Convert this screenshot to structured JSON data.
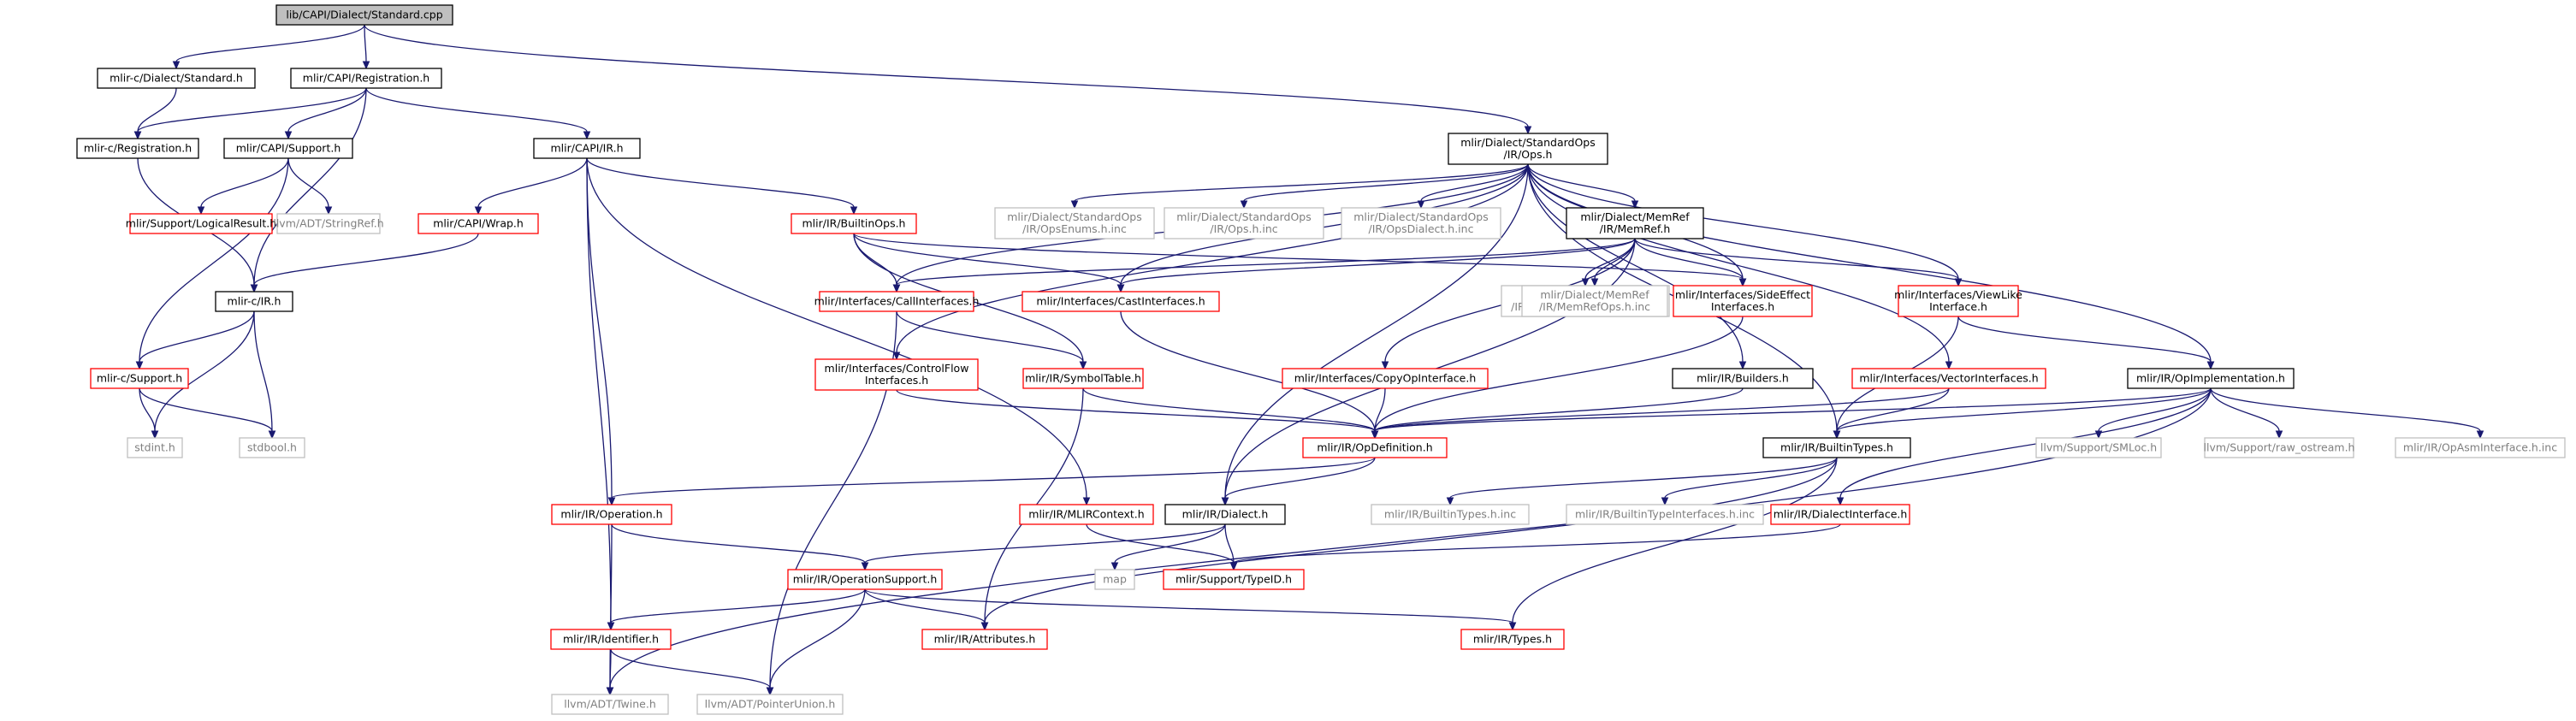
{
  "palette": {
    "root_fill": "#bfbfbf",
    "root_stroke": "#000000",
    "documented_stroke": "#000000",
    "has_include_graph_stroke": "#ff0000",
    "external_stroke": "#bfbfbf",
    "external_text": "#7f7f7f",
    "text": "#000000",
    "edge": "#191970",
    "background": "#ffffff"
  },
  "nodes": [
    {
      "id": "root",
      "kind": "root",
      "lines": [
        "lib/CAPI/Dialect/Standard.cpp"
      ]
    },
    {
      "id": "std_h",
      "kind": "doc",
      "lines": [
        "mlir-c/Dialect/Standard.h"
      ]
    },
    {
      "id": "capireg",
      "kind": "doc",
      "lines": [
        "mlir/CAPI/Registration.h"
      ]
    },
    {
      "id": "stdops",
      "kind": "doc",
      "lines": [
        "mlir/Dialect/StandardOps",
        "/IR/Ops.h"
      ]
    },
    {
      "id": "creg",
      "kind": "doc",
      "lines": [
        "mlir-c/Registration.h"
      ]
    },
    {
      "id": "capisup",
      "kind": "doc",
      "lines": [
        "mlir/CAPI/Support.h"
      ]
    },
    {
      "id": "capiir",
      "kind": "doc",
      "lines": [
        "mlir/CAPI/IR.h"
      ]
    },
    {
      "id": "logres",
      "kind": "red",
      "lines": [
        "mlir/Support/LogicalResult.h"
      ]
    },
    {
      "id": "strref",
      "kind": "ext",
      "lines": [
        "llvm/ADT/StringRef.h"
      ]
    },
    {
      "id": "wrap",
      "kind": "red",
      "lines": [
        "mlir/CAPI/Wrap.h"
      ]
    },
    {
      "id": "builtinops",
      "kind": "red",
      "lines": [
        "mlir/IR/BuiltinOps.h"
      ]
    },
    {
      "id": "opsenums",
      "kind": "ext",
      "lines": [
        "mlir/Dialect/StandardOps",
        "/IR/OpsEnums.h.inc"
      ]
    },
    {
      "id": "opshinc",
      "kind": "ext",
      "lines": [
        "mlir/Dialect/StandardOps",
        "/IR/Ops.h.inc"
      ]
    },
    {
      "id": "opsdialect",
      "kind": "ext",
      "lines": [
        "mlir/Dialect/StandardOps",
        "/IR/OpsDialect.h.inc"
      ]
    },
    {
      "id": "memref",
      "kind": "doc",
      "lines": [
        "mlir/Dialect/MemRef",
        "/IR/MemRef.h"
      ]
    },
    {
      "id": "cir",
      "kind": "doc",
      "lines": [
        "mlir-c/IR.h"
      ]
    },
    {
      "id": "callif",
      "kind": "red",
      "lines": [
        "mlir/Interfaces/CallInterfaces.h"
      ]
    },
    {
      "id": "castif",
      "kind": "red",
      "lines": [
        "mlir/Interfaces/CastInterfaces.h"
      ]
    },
    {
      "id": "memrefdialect",
      "kind": "ext",
      "lines": [
        "mlir/Dialect/MemRef",
        "/IR/MemRefOpsDialect.h.inc"
      ]
    },
    {
      "id": "memrefops",
      "kind": "ext",
      "lines": [
        "mlir/Dialect/MemRef",
        "/IR/MemRefOps.h.inc"
      ]
    },
    {
      "id": "sideeffect",
      "kind": "red",
      "lines": [
        "mlir/Interfaces/SideEffect",
        "Interfaces.h"
      ]
    },
    {
      "id": "viewlike",
      "kind": "red",
      "lines": [
        "mlir/Interfaces/ViewLike",
        "Interface.h"
      ]
    },
    {
      "id": "csupport",
      "kind": "red",
      "lines": [
        "mlir-c/Support.h"
      ]
    },
    {
      "id": "ctrlflow",
      "kind": "red",
      "lines": [
        "mlir/Interfaces/ControlFlow",
        "Interfaces.h"
      ]
    },
    {
      "id": "symtab",
      "kind": "red",
      "lines": [
        "mlir/IR/SymbolTable.h"
      ]
    },
    {
      "id": "copyop",
      "kind": "red",
      "lines": [
        "mlir/Interfaces/CopyOpInterface.h"
      ]
    },
    {
      "id": "builders",
      "kind": "doc",
      "lines": [
        "mlir/IR/Builders.h"
      ]
    },
    {
      "id": "vectorif",
      "kind": "red",
      "lines": [
        "mlir/Interfaces/VectorInterfaces.h"
      ]
    },
    {
      "id": "opimpl",
      "kind": "doc",
      "lines": [
        "mlir/IR/OpImplementation.h"
      ]
    },
    {
      "id": "stdint",
      "kind": "ext",
      "lines": [
        "stdint.h"
      ]
    },
    {
      "id": "stdbool",
      "kind": "ext",
      "lines": [
        "stdbool.h"
      ]
    },
    {
      "id": "opdef",
      "kind": "red",
      "lines": [
        "mlir/IR/OpDefinition.h"
      ]
    },
    {
      "id": "builtintypes",
      "kind": "doc",
      "lines": [
        "mlir/IR/BuiltinTypes.h"
      ]
    },
    {
      "id": "smloc",
      "kind": "ext",
      "lines": [
        "llvm/Support/SMLoc.h"
      ]
    },
    {
      "id": "rawos",
      "kind": "ext",
      "lines": [
        "llvm/Support/raw_ostream.h"
      ]
    },
    {
      "id": "opasm",
      "kind": "ext",
      "lines": [
        "mlir/IR/OpAsmInterface.h.inc"
      ]
    },
    {
      "id": "operation",
      "kind": "red",
      "lines": [
        "mlir/IR/Operation.h"
      ]
    },
    {
      "id": "mlircontext",
      "kind": "red",
      "lines": [
        "mlir/IR/MLIRContext.h"
      ]
    },
    {
      "id": "dialect",
      "kind": "doc",
      "lines": [
        "mlir/IR/Dialect.h"
      ]
    },
    {
      "id": "btinc",
      "kind": "ext",
      "lines": [
        "mlir/IR/BuiltinTypes.h.inc"
      ]
    },
    {
      "id": "btifinc",
      "kind": "ext",
      "lines": [
        "mlir/IR/BuiltinTypeInterfaces.h.inc"
      ]
    },
    {
      "id": "dialectif",
      "kind": "red",
      "lines": [
        "mlir/IR/DialectInterface.h"
      ]
    },
    {
      "id": "opsupport",
      "kind": "red",
      "lines": [
        "mlir/IR/OperationSupport.h"
      ]
    },
    {
      "id": "map",
      "kind": "ext",
      "lines": [
        "map"
      ]
    },
    {
      "id": "typeid",
      "kind": "red",
      "lines": [
        "mlir/Support/TypeID.h"
      ]
    },
    {
      "id": "identifier",
      "kind": "red",
      "lines": [
        "mlir/IR/Identifier.h"
      ]
    },
    {
      "id": "attributes",
      "kind": "red",
      "lines": [
        "mlir/IR/Attributes.h"
      ]
    },
    {
      "id": "types",
      "kind": "red",
      "lines": [
        "mlir/IR/Types.h"
      ]
    },
    {
      "id": "twine",
      "kind": "ext",
      "lines": [
        "llvm/ADT/Twine.h"
      ]
    },
    {
      "id": "ptrunion",
      "kind": "ext",
      "lines": [
        "llvm/ADT/PointerUnion.h"
      ]
    }
  ],
  "edges": [
    [
      "root",
      "std_h"
    ],
    [
      "root",
      "capireg"
    ],
    [
      "root",
      "stdops"
    ],
    [
      "std_h",
      "creg"
    ],
    [
      "capireg",
      "creg"
    ],
    [
      "capireg",
      "capisup"
    ],
    [
      "capireg",
      "capiir"
    ],
    [
      "capireg",
      "cir"
    ],
    [
      "creg",
      "cir"
    ],
    [
      "capisup",
      "logres"
    ],
    [
      "capisup",
      "strref"
    ],
    [
      "capisup",
      "csupport"
    ],
    [
      "capiir",
      "wrap"
    ],
    [
      "capiir",
      "builtinops"
    ],
    [
      "capiir",
      "operation"
    ],
    [
      "capiir",
      "identifier"
    ],
    [
      "capiir",
      "mlircontext"
    ],
    [
      "wrap",
      "cir"
    ],
    [
      "cir",
      "csupport"
    ],
    [
      "cir",
      "stdint"
    ],
    [
      "cir",
      "stdbool"
    ],
    [
      "csupport",
      "stdint"
    ],
    [
      "csupport",
      "stdbool"
    ],
    [
      "builtinops",
      "callif"
    ],
    [
      "builtinops",
      "castif"
    ],
    [
      "builtinops",
      "symtab"
    ],
    [
      "builtinops",
      "sideeffect"
    ],
    [
      "stdops",
      "opsenums"
    ],
    [
      "stdops",
      "opshinc"
    ],
    [
      "stdops",
      "opsdialect"
    ],
    [
      "stdops",
      "memref"
    ],
    [
      "stdops",
      "callif"
    ],
    [
      "stdops",
      "castif"
    ],
    [
      "stdops",
      "sideeffect"
    ],
    [
      "stdops",
      "viewlike"
    ],
    [
      "stdops",
      "vectorif"
    ],
    [
      "stdops",
      "opimpl"
    ],
    [
      "stdops",
      "builders"
    ],
    [
      "stdops",
      "ctrlflow"
    ],
    [
      "stdops",
      "builtintypes"
    ],
    [
      "stdops",
      "dialect"
    ],
    [
      "memref",
      "memrefdialect"
    ],
    [
      "memref",
      "memrefops"
    ],
    [
      "memref",
      "sideeffect"
    ],
    [
      "memref",
      "viewlike"
    ],
    [
      "memref",
      "callif"
    ],
    [
      "memref",
      "castif"
    ],
    [
      "memref",
      "copyop"
    ],
    [
      "memref",
      "dialect"
    ],
    [
      "callif",
      "symtab"
    ],
    [
      "callif",
      "ptrunion"
    ],
    [
      "castif",
      "opdef"
    ],
    [
      "sideeffect",
      "opdef"
    ],
    [
      "viewlike",
      "opimpl"
    ],
    [
      "viewlike",
      "builtintypes"
    ],
    [
      "ctrlflow",
      "opdef"
    ],
    [
      "symtab",
      "opdef"
    ],
    [
      "symtab",
      "attributes"
    ],
    [
      "copyop",
      "opdef"
    ],
    [
      "builders",
      "opdef"
    ],
    [
      "vectorif",
      "opdef"
    ],
    [
      "vectorif",
      "builtintypes"
    ],
    [
      "opimpl",
      "opdef"
    ],
    [
      "opimpl",
      "builtintypes"
    ],
    [
      "opimpl",
      "smloc"
    ],
    [
      "opimpl",
      "rawos"
    ],
    [
      "opimpl",
      "opasm"
    ],
    [
      "opimpl",
      "dialectif"
    ],
    [
      "opimpl",
      "twine"
    ],
    [
      "opdef",
      "operation"
    ],
    [
      "opdef",
      "dialect"
    ],
    [
      "builtintypes",
      "btinc"
    ],
    [
      "builtintypes",
      "btifinc"
    ],
    [
      "builtintypes",
      "attributes"
    ],
    [
      "builtintypes",
      "types"
    ],
    [
      "operation",
      "opsupport"
    ],
    [
      "operation",
      "twine"
    ],
    [
      "mlircontext",
      "typeid"
    ],
    [
      "dialect",
      "opsupport"
    ],
    [
      "dialect",
      "map"
    ],
    [
      "dialect",
      "typeid"
    ],
    [
      "dialectif",
      "typeid"
    ],
    [
      "opsupport",
      "identifier"
    ],
    [
      "opsupport",
      "attributes"
    ],
    [
      "opsupport",
      "types"
    ],
    [
      "opsupport",
      "ptrunion"
    ],
    [
      "identifier",
      "twine"
    ],
    [
      "identifier",
      "ptrunion"
    ]
  ]
}
